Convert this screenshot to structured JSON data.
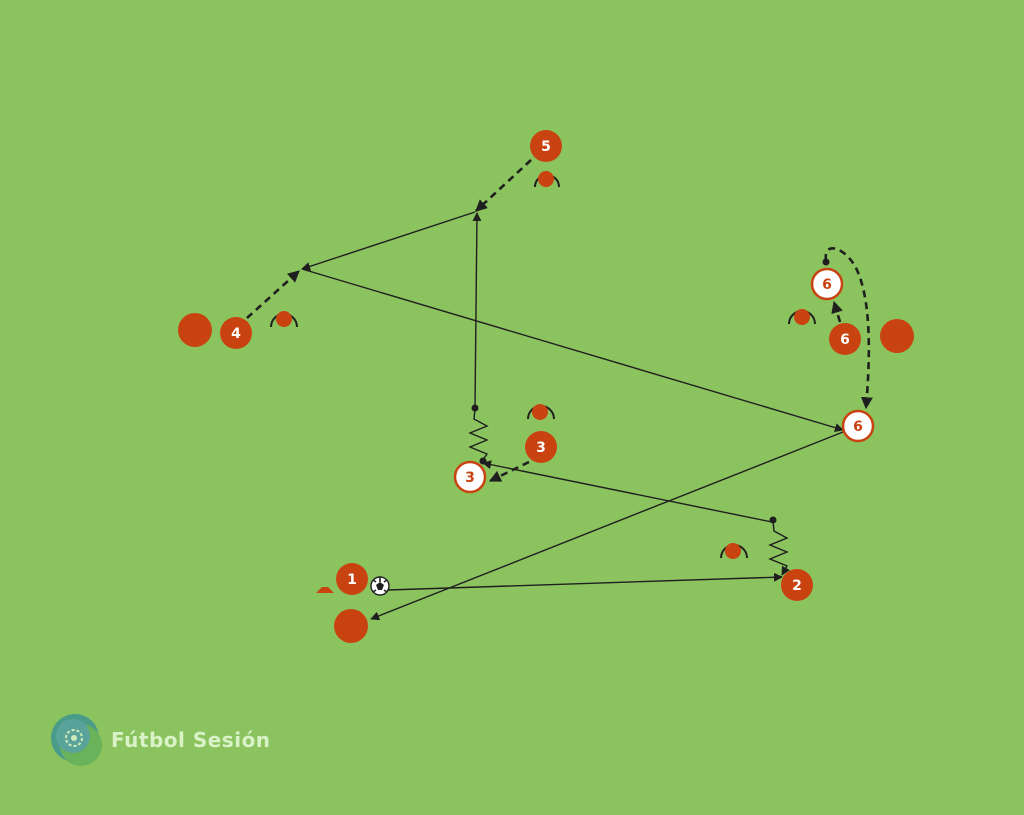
{
  "colors": {
    "pitch": "#8bc35f",
    "player": "#c94311",
    "player_text": "#ffffff",
    "outline_fill": "#ffffff",
    "line": "#1f1f1f",
    "brand_text": "#d9f2c8"
  },
  "players": [
    {
      "id": "p1",
      "label": "1"
    },
    {
      "id": "p2",
      "label": "2"
    },
    {
      "id": "p3",
      "label": "3"
    },
    {
      "id": "p3-next",
      "label": "3"
    },
    {
      "id": "p4",
      "label": "4"
    },
    {
      "id": "p5",
      "label": "5"
    },
    {
      "id": "p6",
      "label": "6"
    },
    {
      "id": "p6-check",
      "label": "6"
    },
    {
      "id": "p6-final",
      "label": "6"
    }
  ],
  "icons": [
    "soccer-ball-icon",
    "cone-icon",
    "mannequin-icon",
    "brand-logo-icon"
  ],
  "brand": {
    "name": "Fútbol Sesión"
  }
}
